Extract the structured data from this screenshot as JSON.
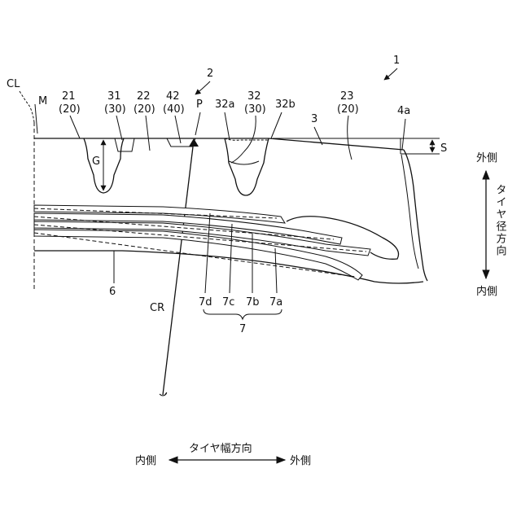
{
  "labels": {
    "fig_number": "1",
    "tread_number": "2",
    "cl": "CL",
    "m": "M",
    "groove_21": "21",
    "groove_21_sub": "(20)",
    "groove_31": "31",
    "groove_31_sub": "(30)",
    "groove_22": "22",
    "groove_22_sub": "(20)",
    "groove_42": "42",
    "groove_42_sub": "(40)",
    "p": "P",
    "label_32a": "32a",
    "groove_32": "32",
    "groove_32_sub": "(30)",
    "label_32b": "32b",
    "label_3": "3",
    "groove_23": "23",
    "groove_23_sub": "(20)",
    "label_4a": "4a",
    "s": "S",
    "g": "G",
    "label_6": "6",
    "cr": "CR",
    "belt_7d": "7d",
    "belt_7c": "7c",
    "belt_7b": "7b",
    "belt_7a": "7a",
    "belt_group": "7"
  },
  "radial_direction": {
    "outer": "外側",
    "title": "タイヤ径方向",
    "inner": "内側"
  },
  "width_direction": {
    "title": "タイヤ幅方向",
    "inner": "内側",
    "outer": "外側"
  }
}
